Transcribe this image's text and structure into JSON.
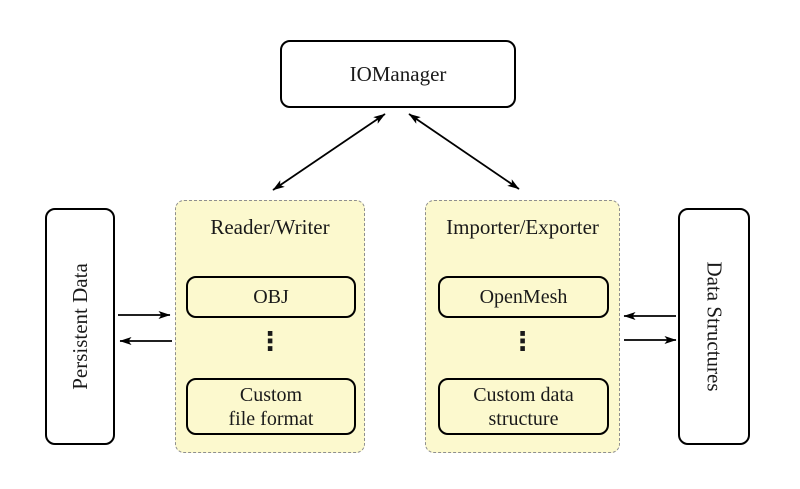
{
  "colors": {
    "background": "#ffffff",
    "container_fill": "#fcf9ce",
    "container_border": "#8f8f8f",
    "node_border": "#000000",
    "node_fill": "#ffffff",
    "arrow": "#000000"
  },
  "nodes": {
    "io_manager": {
      "label": "IOManager"
    },
    "persistent_data": {
      "label": "Persistent Data"
    },
    "data_structures": {
      "label": "Data Structures"
    }
  },
  "containers": {
    "reader_writer": {
      "title": "Reader/Writer",
      "top_item": "OBJ",
      "ellipsis": "⋮",
      "bottom_item_line1": "Custom",
      "bottom_item_line2": "file format"
    },
    "importer_exporter": {
      "title": "Importer/Exporter",
      "top_item": "OpenMesh",
      "ellipsis": "⋮",
      "bottom_item_line1": "Custom data",
      "bottom_item_line2": "structure"
    }
  }
}
